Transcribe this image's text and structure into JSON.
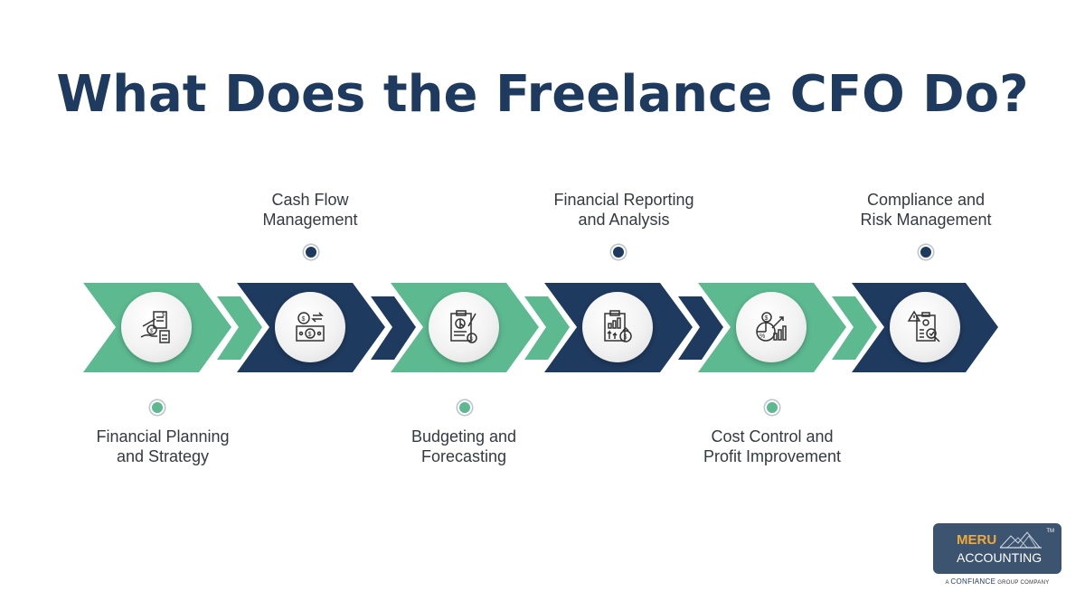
{
  "title": "What Does the Freelance CFO Do?",
  "colors": {
    "navy": "#1f3a5f",
    "green": "#5cb990",
    "text": "#333a40"
  },
  "steps": [
    {
      "label_line1": "Financial Planning",
      "label_line2": "and Strategy",
      "position": "below",
      "color": "green",
      "icon": "financial-planning-icon"
    },
    {
      "label_line1": "Cash Flow",
      "label_line2": "Management",
      "position": "above",
      "color": "navy",
      "icon": "cash-flow-icon"
    },
    {
      "label_line1": "Budgeting and",
      "label_line2": "Forecasting",
      "position": "below",
      "color": "green",
      "icon": "budget-forecast-icon"
    },
    {
      "label_line1": "Financial Reporting",
      "label_line2": "and Analysis",
      "position": "above",
      "color": "navy",
      "icon": "financial-report-icon"
    },
    {
      "label_line1": "Cost Control and",
      "label_line2": "Profit Improvement",
      "position": "below",
      "color": "green",
      "icon": "cost-control-icon"
    },
    {
      "label_line1": "Compliance and",
      "label_line2": "Risk Management",
      "position": "above",
      "color": "navy",
      "icon": "compliance-risk-icon"
    }
  ],
  "logo": {
    "brand": "MERU",
    "name": "ACCOUNTING",
    "tm": "TM",
    "tagline_prefix": "A",
    "tagline_company": "CONFIANCE",
    "tagline_suffix": "GROUP COMPANY"
  }
}
